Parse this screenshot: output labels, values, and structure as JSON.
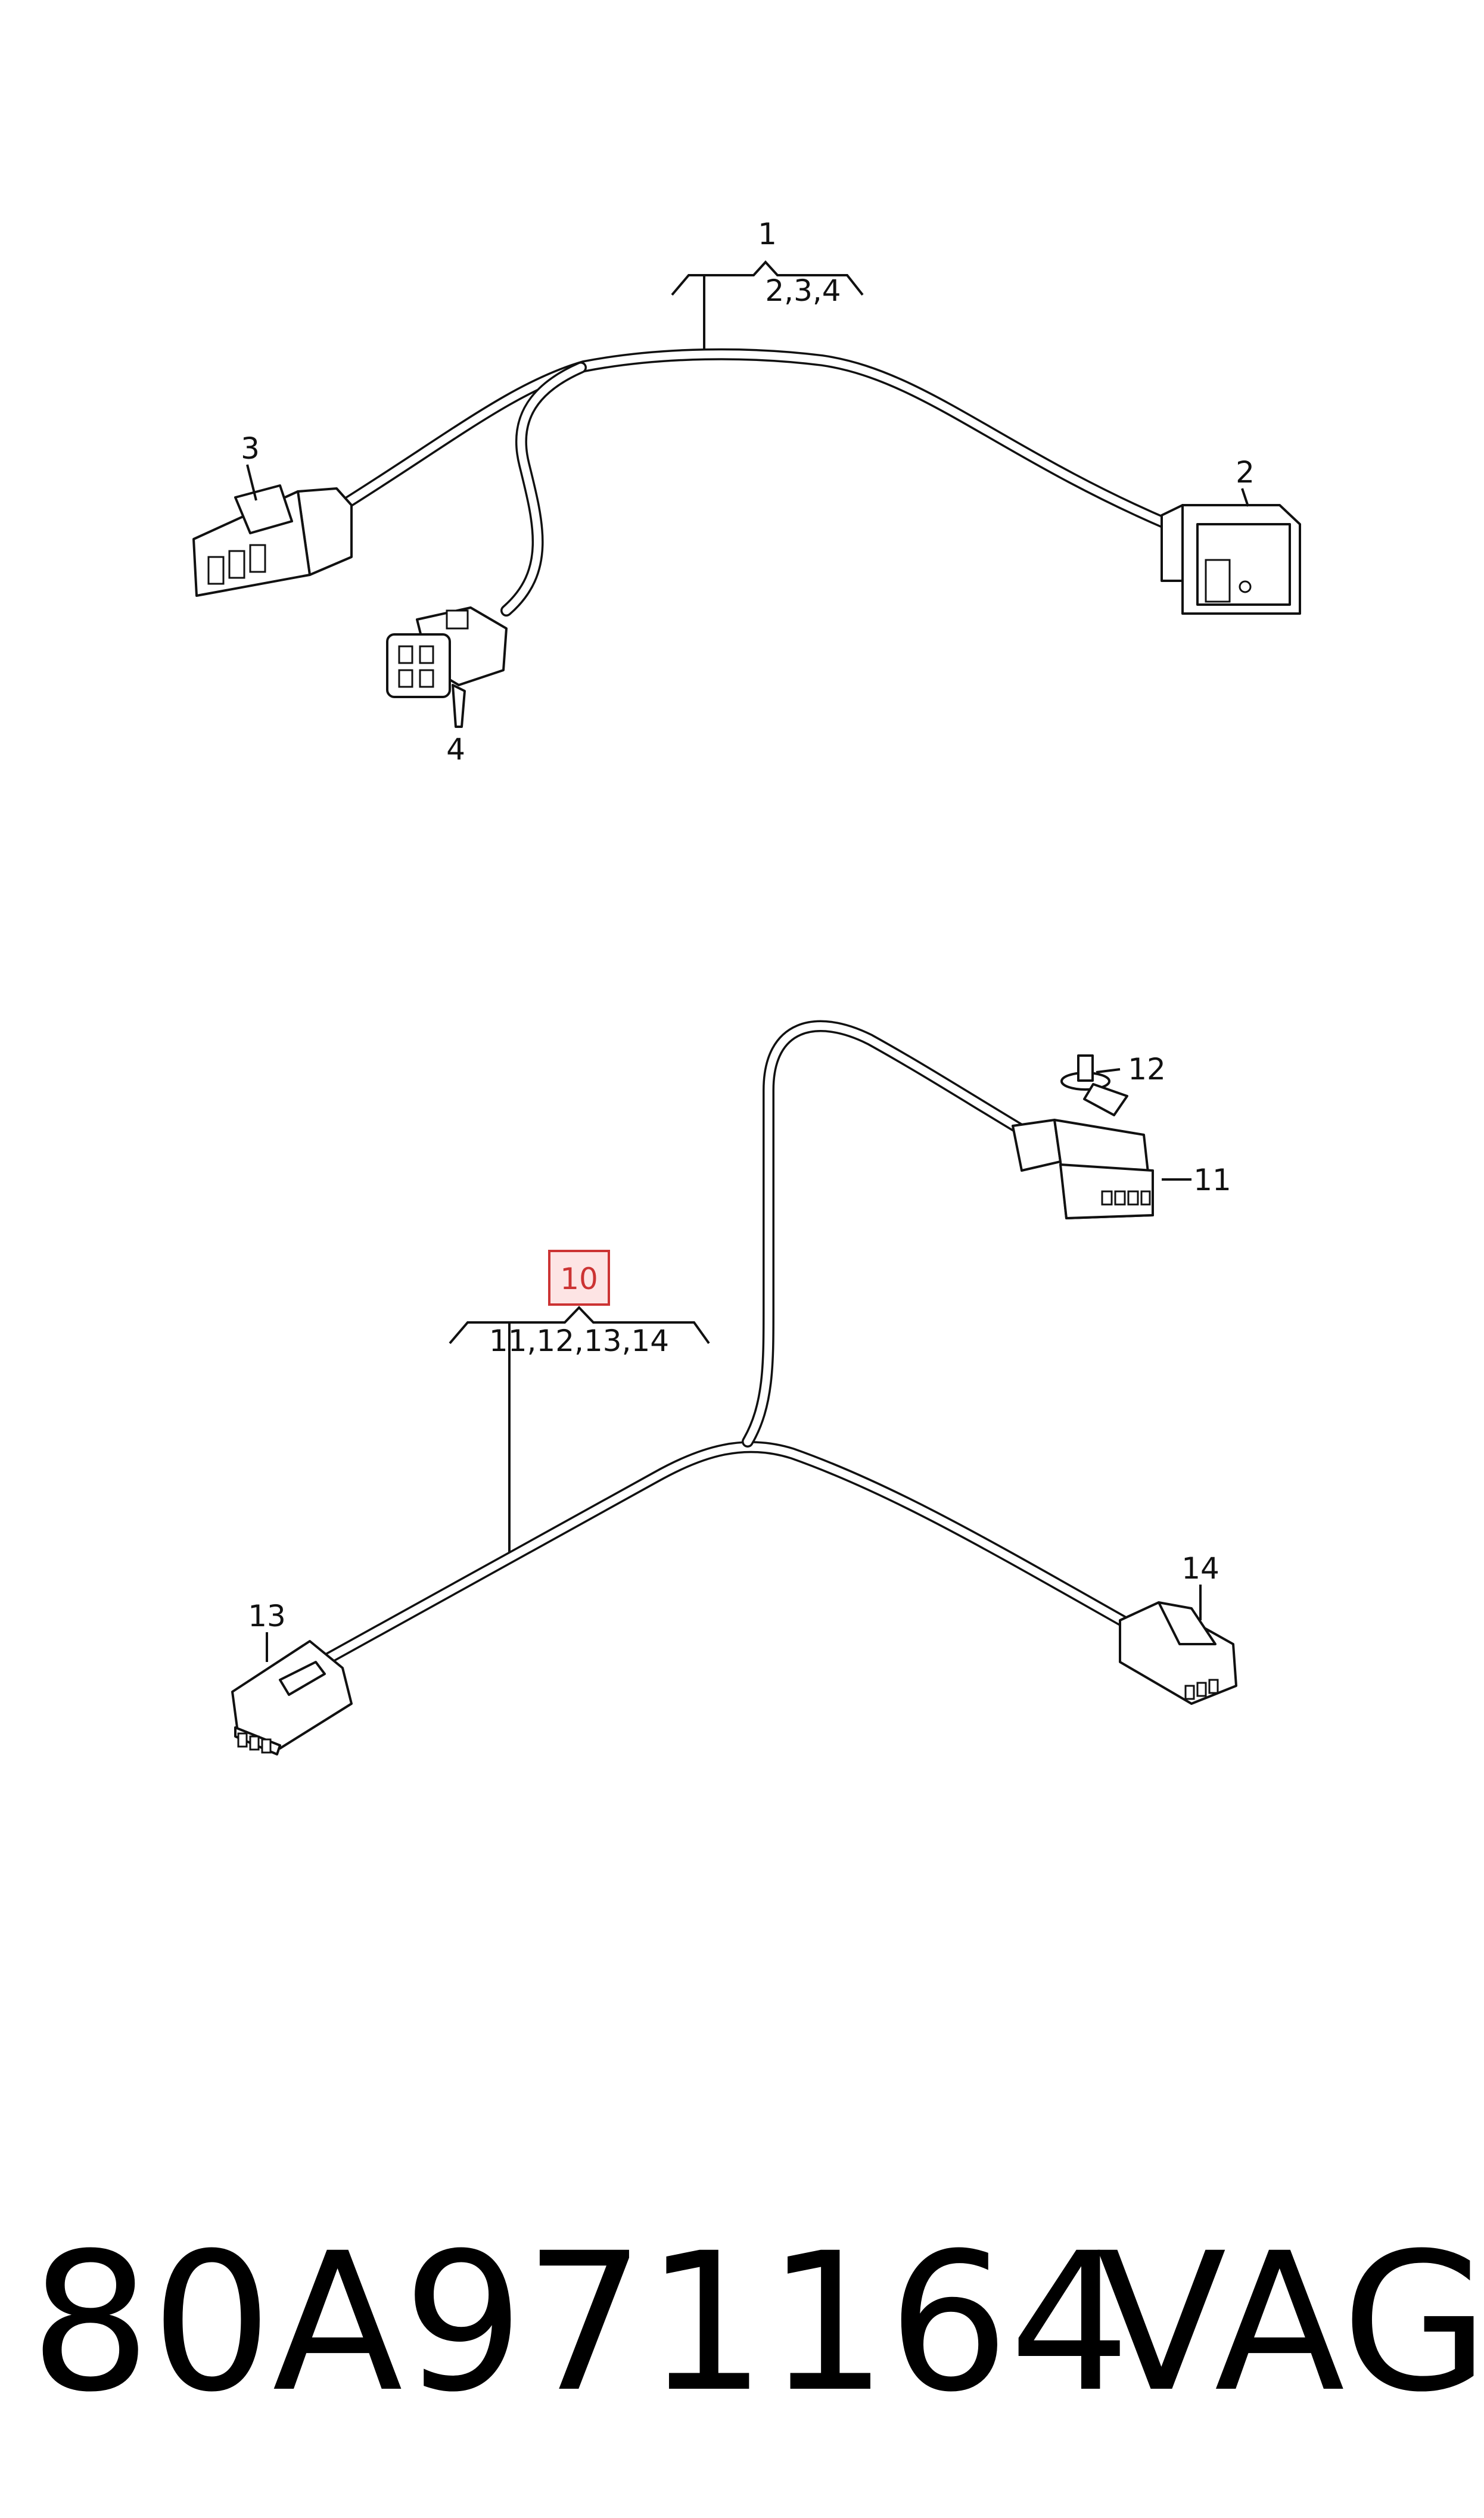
{
  "assembly_1": {
    "label": "1",
    "sublabel": "2,3,4",
    "parts": [
      {
        "label": "2"
      },
      {
        "label": "3"
      },
      {
        "label": "4"
      }
    ]
  },
  "assembly_10": {
    "label": "10",
    "sublabel": "11,12,13,14",
    "highlight_color": "#cc3333",
    "highlight_fill": "#fde4e4",
    "parts": [
      {
        "label": "11"
      },
      {
        "label": "12"
      },
      {
        "label": "13"
      },
      {
        "label": "14"
      }
    ]
  },
  "footer": {
    "part_number": "80A971164",
    "brand": "VAG"
  }
}
